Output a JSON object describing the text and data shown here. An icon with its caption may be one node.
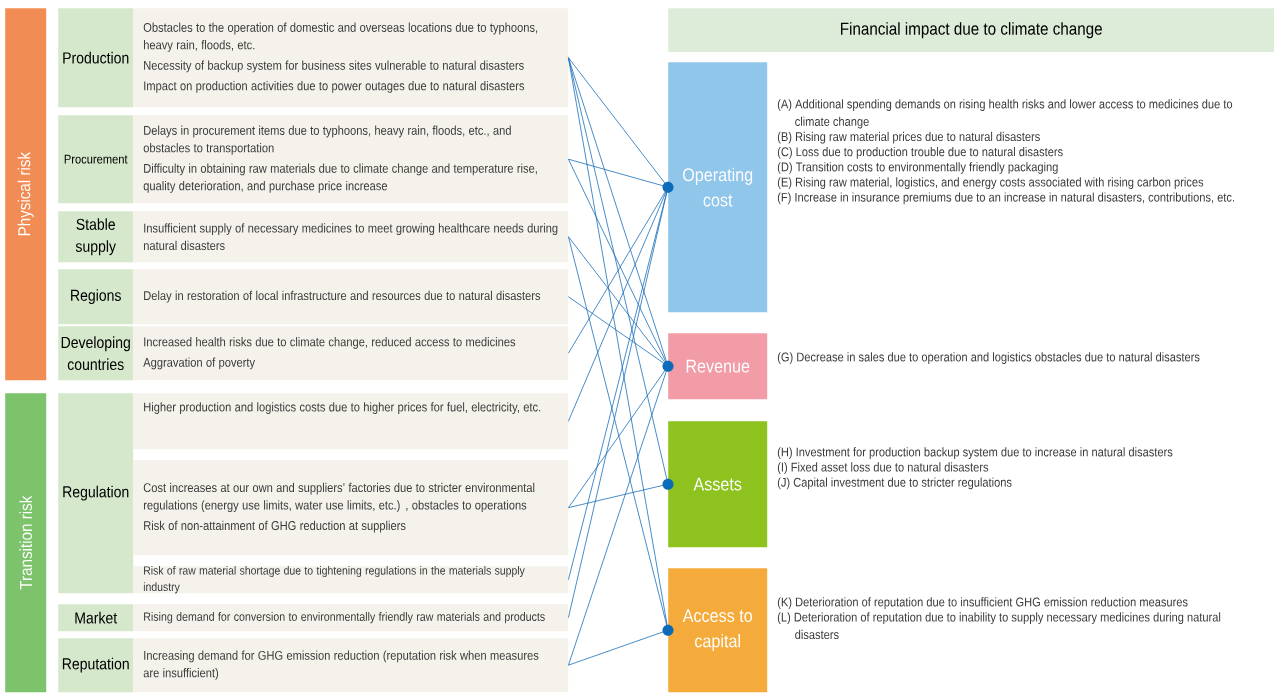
{
  "diagram": {
    "nodes": [
      {
        "text": [
          "Physical risk"
        ]
      },
      {
        "text": [
          "Production"
        ]
      },
      {
        "text": [
          "Obstacles to the operation of domestic and overseas locations due to typhoons, heavy rain, floods, etc.",
          "Necessity of backup system for business sites vulnerable to natural disasters",
          "Impact on production activities due to power outages due to natural disasters"
        ]
      },
      {
        "text": [
          "Procurement"
        ]
      },
      {
        "text": [
          "Delays in procurement items due to typhoons, heavy rain, floods, etc., and obstacles to transportation",
          "Difficulty in obtaining raw materials due to climate change and temperature rise, quality deterioration, and purchase price increase"
        ]
      },
      {
        "text": [
          "Stable supply"
        ]
      },
      {
        "text": [
          "Insufficient supply of necessary medicines to meet growing healthcare needs during natural disasters"
        ]
      },
      {
        "text": [
          "Regions"
        ]
      },
      {
        "text": [
          "Delay in restoration of local infrastructure and resources due to natural disasters"
        ]
      },
      {
        "text": [
          "Developing countries"
        ]
      },
      {
        "text": [
          "Increased health risks due to climate change, reduced access to medicines",
          "Aggravation of poverty"
        ]
      },
      {
        "text": [
          "Transition risk"
        ]
      },
      {
        "text": [
          "Regulation"
        ]
      },
      {
        "text": [
          "Higher production and logistics costs due to higher prices for fuel, electricity, etc."
        ]
      },
      {
        "text": [
          "Cost increases at our own and suppliers’ factories due to stricter environmental regulations (energy use limits, water use limits, etc.) , obstacles to operations",
          "Risk of non-attainment of GHG reduction at suppliers"
        ]
      },
      {
        "text": [
          "Risk of raw material shortage due to tightening regulations in the materials supply industry"
        ]
      },
      {
        "text": [
          "Market"
        ]
      },
      {
        "text": [
          "Rising demand for conversion to environmentally friendly raw materials and products"
        ]
      },
      {
        "text": [
          "Reputation"
        ]
      },
      {
        "text": [
          "Increasing demand for GHG emission reduction (reputation risk when measures are insufficient)"
        ]
      },
      {
        "text": [
          "Financial impact due to climate change"
        ]
      },
      {
        "text": [
          "Operating cost"
        ],
        "beside": [
          "(A) Additional spending demands on rising health risks and lower access to medicines due to climate change",
          "(B) Rising raw material prices due to natural disasters",
          "(C) Loss due to production trouble due to natural disasters",
          "(D) Transition costs to environmentally friendly packaging",
          "(E) Rising raw material, logistics, and energy costs associated with rising carbon prices",
          "(F) Increase in insurance premiums due to an increase in natural disasters, contributions, etc."
        ]
      },
      {
        "text": [
          "Revenue"
        ],
        "beside": [
          "(G) Decrease in sales due to operation and logistics obstacles due to natural disasters"
        ]
      },
      {
        "text": [
          "Assets"
        ],
        "beside": [
          "(H) Investment for production backup system due to increase in natural disasters",
          "(I) Fixed asset loss due to natural disasters",
          "(J) Capital investment due to stricter regulations"
        ]
      },
      {
        "text": [
          "Access to capital"
        ],
        "beside": [
          "(K) Deterioration of reputation due to insufficient GHG emission reduction measures",
          "(L) Deterioration of reputation due to inability to supply necessary medicines during natural disasters"
        ]
      }
    ],
    "edges": [
      {
        "from": 2,
        "to": 21,
        "arrow": "none"
      },
      {
        "from": 2,
        "to": 22,
        "arrow": "none"
      },
      {
        "from": 2,
        "to": 23,
        "arrow": "none"
      },
      {
        "from": 2,
        "to": 24,
        "arrow": "none"
      },
      {
        "from": 4,
        "to": 21,
        "arrow": "none"
      },
      {
        "from": 4,
        "to": 22,
        "arrow": "none"
      },
      {
        "from": 6,
        "to": 22,
        "arrow": "none"
      },
      {
        "from": 6,
        "to": 24,
        "arrow": "none"
      },
      {
        "from": 8,
        "to": 22,
        "arrow": "none"
      },
      {
        "from": 10,
        "to": 21,
        "arrow": "none"
      },
      {
        "from": 13,
        "to": 21,
        "arrow": "none"
      },
      {
        "from": 14,
        "to": 22,
        "arrow": "none"
      },
      {
        "from": 14,
        "to": 23,
        "arrow": "none"
      },
      {
        "from": 15,
        "to": 21,
        "arrow": "none"
      },
      {
        "from": 17,
        "to": 21,
        "arrow": "none"
      },
      {
        "from": 19,
        "to": 22,
        "arrow": "none"
      },
      {
        "from": 19,
        "to": 24,
        "arrow": "none"
      }
    ]
  }
}
